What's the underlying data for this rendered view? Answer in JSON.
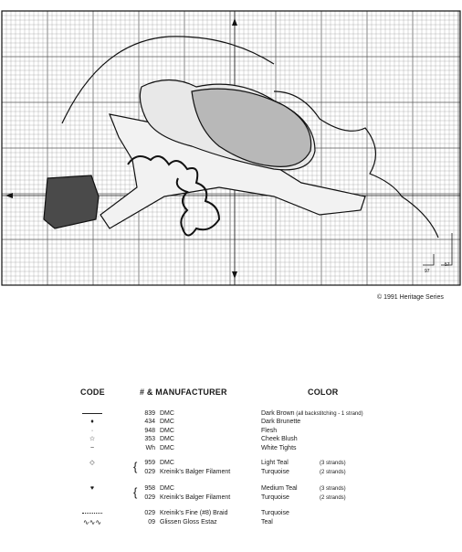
{
  "copyright": "© 1991 Heritage Series",
  "corner_labels": {
    "a": "57",
    "b": "97"
  },
  "legend": {
    "headers": {
      "code": "CODE",
      "manufacturer": "# & MANUFACTURER",
      "color": "COLOR"
    },
    "rows": [
      {
        "symbol": "line",
        "num": "839",
        "manufacturer": "DMC",
        "color": "Dark Brown",
        "note": "(all backstitching - 1 strand)"
      },
      {
        "symbol": "♦",
        "num": "434",
        "manufacturer": "DMC",
        "color": "Dark Brunette",
        "note": ""
      },
      {
        "symbol": "·",
        "num": "948",
        "manufacturer": "DMC",
        "color": "Flesh",
        "note": ""
      },
      {
        "symbol": "☆",
        "num": "353",
        "manufacturer": "DMC",
        "color": "Cheek Blush",
        "note": ""
      },
      {
        "symbol": "~",
        "num": "Wh",
        "manufacturer": "DMC",
        "color": "White Tights",
        "note": ""
      },
      {
        "symbol": "◇",
        "num": "959",
        "manufacturer": "DMC",
        "color": "Light Teal",
        "note": "(3 strands)"
      },
      {
        "symbol": "",
        "num": "029",
        "manufacturer": "Kreinik's Balger Filament",
        "color": "Turquoise",
        "note": "(2 strands)"
      },
      {
        "symbol": "♥",
        "num": "958",
        "manufacturer": "DMC",
        "color": "Medium Teal",
        "note": "(3 strands)"
      },
      {
        "symbol": "",
        "num": "029",
        "manufacturer": "Kreinik's Balger Filament",
        "color": "Turquoise",
        "note": "(2 strands)"
      },
      {
        "symbol": "dotted",
        "num": "029",
        "manufacturer": "Kreinik's Fine (#8) Braid",
        "color": "Turquoise",
        "note": ""
      },
      {
        "symbol": "squiggle",
        "num": "09",
        "manufacturer": "Glissen Gloss Estaz",
        "color": "Teal",
        "note": ""
      }
    ]
  }
}
